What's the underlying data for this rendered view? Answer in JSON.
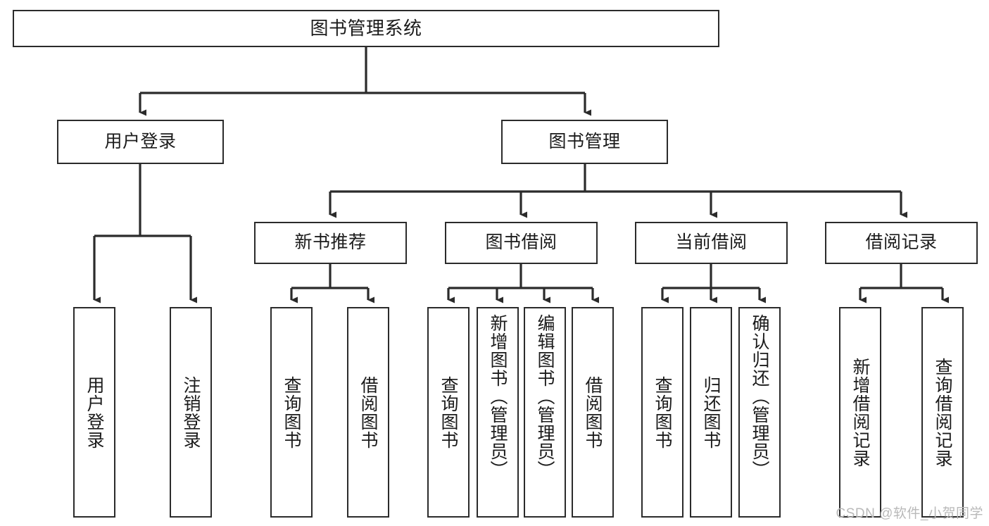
{
  "diagram": {
    "type": "tree",
    "title": "图书管理系统",
    "root": {
      "label": "图书管理系统"
    },
    "level1": [
      {
        "label": "用户登录"
      },
      {
        "label": "图书管理"
      }
    ],
    "level2": [
      {
        "label": "新书推荐"
      },
      {
        "label": "图书借阅"
      },
      {
        "label": "当前借阅"
      },
      {
        "label": "借阅记录"
      }
    ],
    "leaves": {
      "user_login": [
        {
          "label": "用户登录"
        },
        {
          "label": "注销登录"
        }
      ],
      "new_book_recommend": [
        {
          "label": "查询图书"
        },
        {
          "label": "借阅图书"
        }
      ],
      "book_borrow": [
        {
          "label": "查询图书"
        },
        {
          "label": "新增图书（管理员）"
        },
        {
          "label": "编辑图书（管理员）"
        },
        {
          "label": "借阅图书"
        }
      ],
      "current_borrow": [
        {
          "label": "查询图书"
        },
        {
          "label": "归还图书"
        },
        {
          "label": "确认归还（管理员）"
        }
      ],
      "borrow_record": [
        {
          "label": "新增借阅记录"
        },
        {
          "label": "查询借阅记录"
        }
      ]
    }
  },
  "watermark": {
    "text": "CSDN @软件_小贺同学"
  },
  "colors": {
    "stroke": "#2b2b2b",
    "text": "#1b1b1b",
    "background": "#ffffff",
    "watermark": "#b9b9b9"
  }
}
